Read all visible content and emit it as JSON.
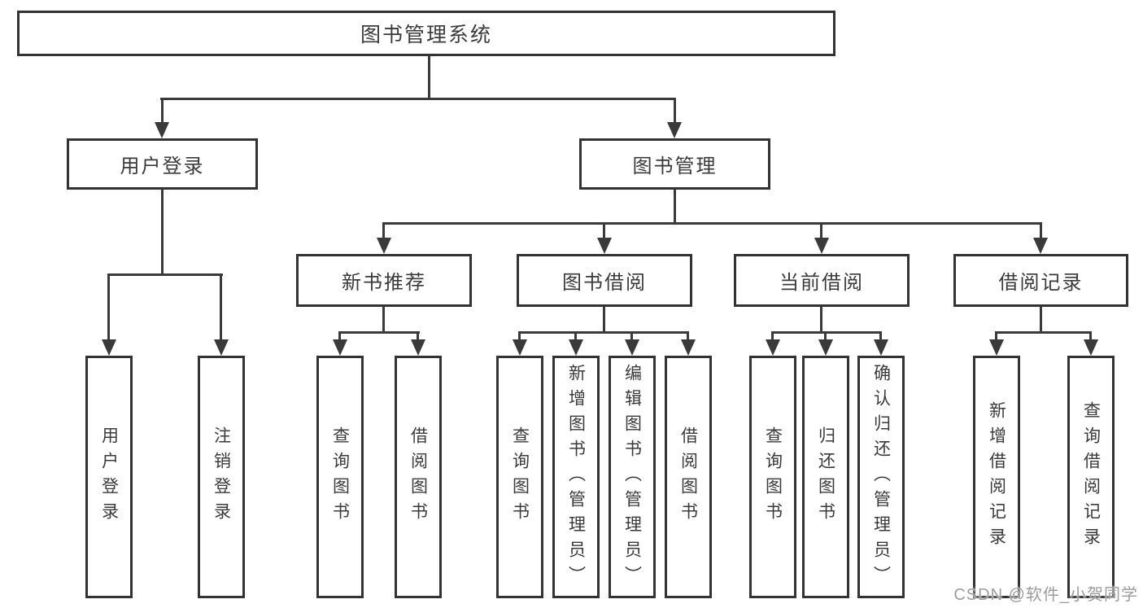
{
  "diagram": {
    "root": "图书管理系统",
    "level2": {
      "user_login": "用户登录",
      "book_mgmt": "图书管理"
    },
    "level3": {
      "new_rec": "新书推荐",
      "book_borrow": "图书借阅",
      "cur_borrow": "当前借阅",
      "borrow_rec": "借阅记录"
    },
    "leaves": {
      "user_login": "用户登录",
      "logout": "注销登录",
      "rec_query": "查询图书",
      "rec_borrow": "借阅图书",
      "bb_query": "查询图书",
      "bb_add": "新增图书（管理员）",
      "bb_edit": "编辑图书（管理员）",
      "bb_borrow": "借阅图书",
      "cb_query": "查询图书",
      "cb_return": "归还图书",
      "cb_confirm": "确认归还（管理员）",
      "br_add": "新增借阅记录",
      "br_query": "查询借阅记录"
    }
  },
  "watermark": "CSDN @软件_小贺同学",
  "colors": {
    "line": "#3a3a3a",
    "border": "#333333",
    "text": "#3a3a3a",
    "watermark": "#9c9c9c",
    "background": "#ffffff"
  }
}
